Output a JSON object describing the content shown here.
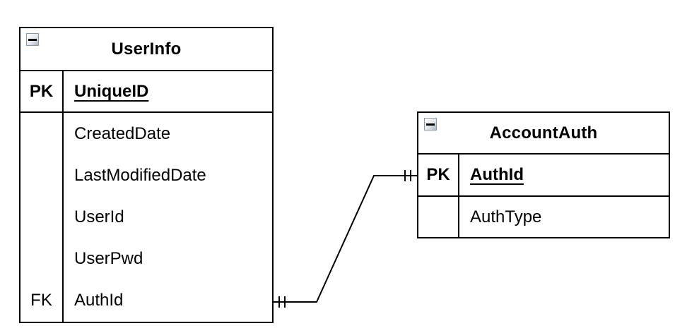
{
  "diagram_type": "entity-relationship",
  "colors": {
    "background": "#ffffff",
    "line": "#000000",
    "text": "#000000",
    "collapse_button_border": "#8b9bab",
    "collapse_button_fill": "#e4e8ec"
  },
  "entities": [
    {
      "name": "UserInfo",
      "collapse_icon": "minus-icon",
      "primary_key": {
        "key": "PK",
        "field": "UniqueID"
      },
      "attributes": [
        {
          "key": "",
          "name": "CreatedDate"
        },
        {
          "key": "",
          "name": "LastModifiedDate"
        },
        {
          "key": "",
          "name": "UserId"
        },
        {
          "key": "",
          "name": "UserPwd"
        },
        {
          "key": "FK",
          "name": "AuthId"
        }
      ]
    },
    {
      "name": "AccountAuth",
      "collapse_icon": "minus-icon",
      "primary_key": {
        "key": "PK",
        "field": "AuthId"
      },
      "attributes": [
        {
          "key": "",
          "name": "AuthType"
        }
      ]
    }
  ],
  "relationship": {
    "from_entity": "UserInfo",
    "from_field": "AuthId",
    "from_cardinality": "one-and-only-one",
    "to_entity": "AccountAuth",
    "to_field": "AuthId",
    "to_cardinality": "one-and-only-one",
    "notation": "double-tick"
  }
}
